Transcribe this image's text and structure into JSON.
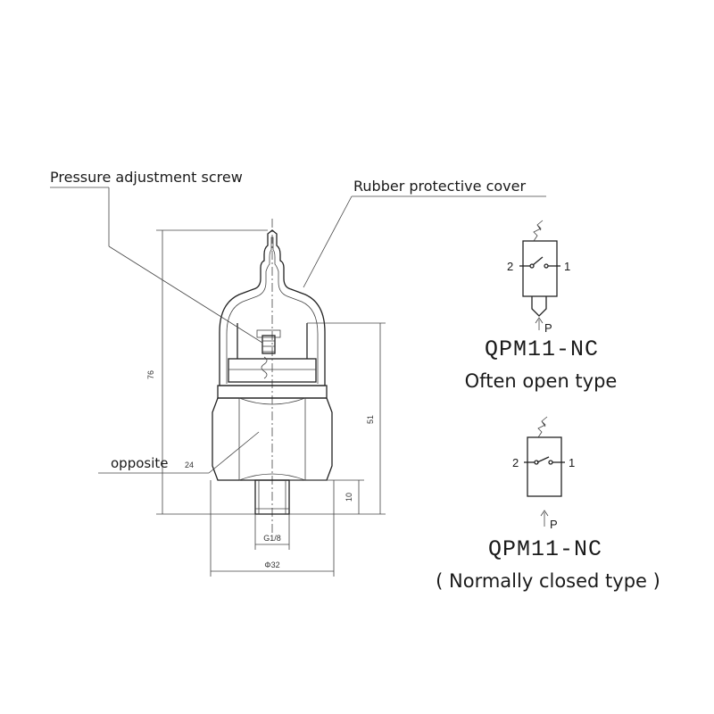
{
  "callouts": {
    "screw": "Pressure adjustment screw",
    "cover": "Rubber protective cover",
    "opposite": "opposite",
    "opposite_size": "24"
  },
  "dimensions": {
    "height": "76",
    "body_height": "51",
    "thread_height": "10",
    "thread": "G1/8",
    "diameter": "Φ32"
  },
  "switch_top": {
    "terminal_left": "2",
    "terminal_right": "1",
    "pressure": "P",
    "model": "QPM11-NC",
    "caption": "Often open type"
  },
  "switch_bottom": {
    "terminal_left": "2",
    "terminal_right": "1",
    "pressure": "P",
    "model": "QPM11-NC",
    "caption": "( Normally closed type )"
  }
}
